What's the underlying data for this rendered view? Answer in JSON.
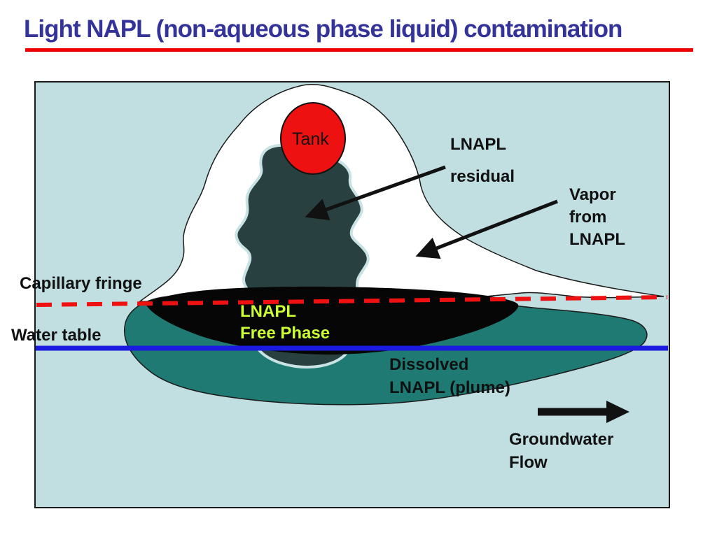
{
  "slide": {
    "title": "Light NAPL (non-aqueous phase liquid) contamination",
    "colors": {
      "title_color": "#333399",
      "underline_color": "#ee0000",
      "box_fill": "#c1dee1",
      "box_border": "#1a1a1a",
      "vapor_fill": "#ffffff",
      "column_fill": "#28403f",
      "column_halo": "#c9e3e5",
      "plume_fill": "#1e7a72",
      "lens_fill": "#060606",
      "tank_fill": "#ee1111",
      "capillary_line_color": "#ee1111",
      "water_line_color": "#1a1ae0",
      "arrow_color": "#111111",
      "free_phase_text_color": "#ccff33"
    }
  },
  "labels": {
    "tank": "Tank",
    "lnapl_residual_line1": "LNAPL",
    "lnapl_residual_line2": "residual",
    "vapor_line1": "Vapor",
    "vapor_line2": "from",
    "vapor_line3": "LNAPL",
    "capillary_fringe": "Capillary fringe",
    "water_table": "Water table",
    "free_phase_line1": "LNAPL",
    "free_phase_line2": "Free Phase",
    "dissolved_line1": "Dissolved",
    "dissolved_line2": "LNAPL (plume)",
    "groundwater_line1": "Groundwater",
    "groundwater_line2": "Flow"
  },
  "legend": {
    "zones": [
      {
        "name": "vapor-zone",
        "meaning": "Vapor from LNAPL"
      },
      {
        "name": "residual-column",
        "meaning": "LNAPL residual"
      },
      {
        "name": "free-phase-lens",
        "meaning": "LNAPL Free Phase"
      },
      {
        "name": "dissolved-plume",
        "meaning": "Dissolved LNAPL (plume)"
      }
    ]
  }
}
